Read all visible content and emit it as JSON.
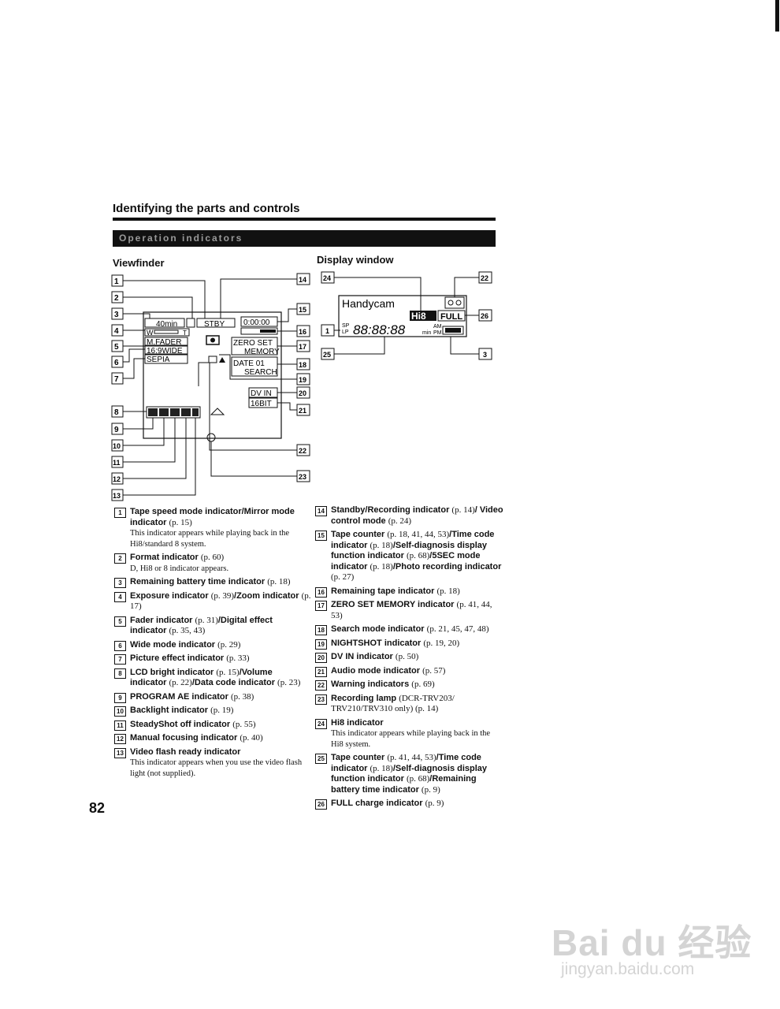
{
  "header": {
    "section_title": "Identifying the parts and controls",
    "band_text": "Operation indicators"
  },
  "viewfinder": {
    "heading": "Viewfinder",
    "screen_labels": {
      "battery": "40min",
      "standby": "STBY",
      "tape_counter": "0:00:00",
      "w_t": "W",
      "t": "T",
      "fader": "M.FADER",
      "wide": "16:9WIDE",
      "sepia": "SEPIA",
      "zero_set": "ZERO SET",
      "memory": "MEMORY",
      "date": "DATE  01",
      "search": "SEARCH",
      "dv_in": "DV IN",
      "bit": "16BIT"
    },
    "callouts_left": [
      "1",
      "2",
      "3",
      "4",
      "5",
      "6",
      "7",
      "8",
      "9",
      "10",
      "11",
      "12",
      "13"
    ],
    "callouts_right": [
      "14",
      "15",
      "16",
      "17",
      "18",
      "19",
      "20",
      "21",
      "22",
      "23"
    ]
  },
  "display_window": {
    "heading": "Display window",
    "brand": "Handycam",
    "hi8": "Hi8",
    "full": "FULL",
    "sp": "SP",
    "lp": "LP",
    "digits": "88:88:88",
    "min": "min",
    "am": "AM",
    "pm": "PM",
    "callouts": [
      "24",
      "22",
      "26",
      "1",
      "25",
      "3"
    ]
  },
  "descriptions_left": [
    {
      "num": "1",
      "title": "Tape speed mode indicator",
      "sub": "This indicator appears while playing back in the Hi8/standard 8 system.",
      "title2": "/Mirror mode indicator",
      "ref2": "(p. 15)"
    },
    {
      "num": "2",
      "title": "Format indicator",
      "ref": "(p. 60)",
      "sub": "D, Hi8 or 8 indicator appears."
    },
    {
      "num": "3",
      "title": "Remaining battery time indicator",
      "ref": "(p. 18)"
    },
    {
      "num": "4",
      "title": "Exposure indicator",
      "ref": "(p. 39)",
      "title2": "/Zoom indicator",
      "ref2": "(p. 17)"
    },
    {
      "num": "5",
      "title": "Fader indicator",
      "ref": "(p. 31)",
      "title2": "/Digital effect indicator",
      "ref2": "(p. 35, 43)"
    },
    {
      "num": "6",
      "title": "Wide mode indicator",
      "ref": "(p. 29)"
    },
    {
      "num": "7",
      "title": "Picture effect indicator",
      "ref": "(p. 33)"
    },
    {
      "num": "8",
      "title": "LCD bright indicator",
      "ref": "(p. 15)",
      "title2": "/Volume indicator",
      "ref2": "(p. 22)",
      "title3": "/Data code indicator",
      "ref3": "(p. 23)"
    },
    {
      "num": "9",
      "title": "PROGRAM AE indicator",
      "ref": "(p. 38)"
    },
    {
      "num": "10",
      "title": "Backlight indicator",
      "ref": "(p. 19)"
    },
    {
      "num": "11",
      "title": "SteadyShot off indicator",
      "ref": "(p. 55)"
    },
    {
      "num": "12",
      "title": "Manual focusing indicator",
      "ref": "(p. 40)"
    },
    {
      "num": "13",
      "title": "Video flash ready indicator",
      "sub": "This indicator appears when you use the video flash light (not supplied)."
    }
  ],
  "descriptions_right": [
    {
      "num": "14",
      "title": "Standby/Recording indicator",
      "ref": "(p. 14)",
      "title2": "/ Video control mode",
      "ref2": "(p. 24)"
    },
    {
      "num": "15",
      "title": "Tape counter",
      "ref": "(p. 18, 41, 44, 53)",
      "title2": "/Time code indicator",
      "ref2": "(p. 18)",
      "title3": "/Self-diagnosis display function indicator",
      "ref3": "(p. 68)",
      "title4": "/5SEC mode indicator",
      "ref4": "(p. 18)",
      "title5": "/Photo recording indicator",
      "ref5": "(p. 27)"
    },
    {
      "num": "16",
      "title": "Remaining tape indicator",
      "ref": "(p. 18)"
    },
    {
      "num": "17",
      "title": "ZERO SET MEMORY indicator",
      "ref": "(p. 41, 44, 53)"
    },
    {
      "num": "18",
      "title": "Search mode indicator",
      "ref": "(p. 21, 45, 47, 48)"
    },
    {
      "num": "19",
      "title": "NIGHTSHOT indicator",
      "ref": "(p. 19, 20)"
    },
    {
      "num": "20",
      "title": "DV IN indicator",
      "ref": "(p. 50)"
    },
    {
      "num": "21",
      "title": "Audio mode indicator",
      "ref": "(p. 57)"
    },
    {
      "num": "22",
      "title": "Warning indicators",
      "ref": "(p. 69)"
    },
    {
      "num": "23",
      "title": "Recording lamp",
      "ref": "(DCR-TRV203/ TRV210/TRV310 only) (p. 14)"
    },
    {
      "num": "24",
      "title": "Hi8 indicator",
      "sub": "This indicator appears while playing back in the Hi8 system."
    },
    {
      "num": "25",
      "title": "Tape counter",
      "ref": "(p. 41, 44, 53)",
      "title2": "/Time code indicator",
      "ref2": "(p. 18)",
      "title3": "/Self-diagnosis display function indicator",
      "ref3": "(p. 68)",
      "title4": "/Remaining battery time indicator",
      "ref4": "(p. 9)"
    },
    {
      "num": "26",
      "title": "FULL charge indicator",
      "ref": "(p. 9)"
    }
  ],
  "page_number": "82",
  "watermark": {
    "main": "Bai du 经验",
    "sub": "jingyan.baidu.com"
  }
}
